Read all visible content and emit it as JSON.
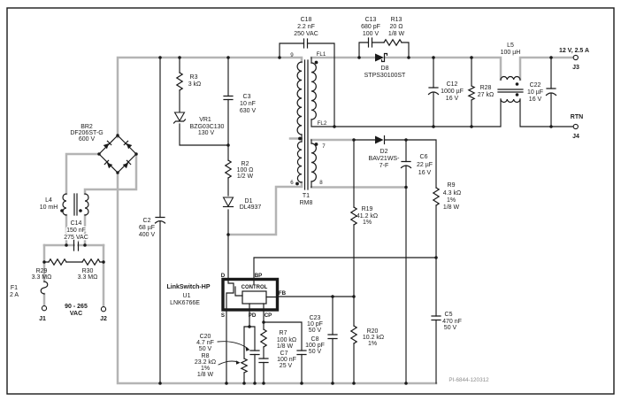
{
  "doc": {
    "number": "PI-6844-120312"
  },
  "colors": {
    "highlight_wire": "#b4b4b4",
    "wire": "#1a1a1a",
    "background": "#ffffff"
  },
  "io": {
    "output": "12 V, 2.5 A",
    "rtn": "RTN",
    "ac1": "90 - 265",
    "ac2": "VAC",
    "j1": "J1",
    "j2": "J2",
    "j3": "J3",
    "j4": "J4"
  },
  "ic": {
    "family": "LinkSwitch-HP",
    "ref": "U1",
    "part": "LNK6766E",
    "control": "CONTROL",
    "pin_d": "D",
    "pin_bp": "BP",
    "pin_fb": "FB",
    "pin_s": "S",
    "pin_pd": "PD",
    "pin_cp": "CP"
  },
  "t1": {
    "ref": "T1",
    "core": "RM8",
    "p9": "9",
    "p6": "6",
    "p7": "7",
    "p8": "8",
    "fl1": "FL1",
    "fl2": "FL2"
  },
  "c": {
    "c18": {
      "l1": "C18",
      "l2": "2.2 nF",
      "l3": "250 VAC"
    },
    "c13": {
      "l1": "C13",
      "l2": "680 pF",
      "l3": "100 V"
    },
    "r13": {
      "l1": "R13",
      "l2": "20 Ω",
      "l3": "1/8 W"
    },
    "d8": {
      "l1": "D8",
      "l2": "STPS30100ST"
    },
    "l5": {
      "l1": "L5",
      "l2": "100 µH"
    },
    "c12": {
      "l1": "C12",
      "l2": "1000 µF",
      "l3": "16 V"
    },
    "r28": {
      "l1": "R28",
      "l2": "27 kΩ"
    },
    "c22": {
      "l1": "C22",
      "l2": "10 µF",
      "l3": "16 V"
    },
    "r3": {
      "l1": "R3",
      "l2": "3 kΩ"
    },
    "c3": {
      "l1": "C3",
      "l2": "10 nF",
      "l3": "630 V"
    },
    "vr1": {
      "l1": "VR1",
      "l2": "BZG03C130",
      "l3": "130 V"
    },
    "br2": {
      "l1": "BR2",
      "l2": "DF206ST-G",
      "l3": "600 V"
    },
    "l4": {
      "l1": "L4",
      "l2": "10 mH"
    },
    "c2": {
      "l1": "C2",
      "l2": "68 µF",
      "l3": "400 V"
    },
    "c14": {
      "l1": "C14",
      "l2": "150 nF",
      "l3": "275 VAC"
    },
    "r29": {
      "l1": "R29",
      "l2": "3.3 MΩ"
    },
    "r30": {
      "l1": "R30",
      "l2": "3.3 MΩ"
    },
    "f1": {
      "l1": "F1",
      "l2": "2 A"
    },
    "r2": {
      "l1": "R2",
      "l2": "100 Ω",
      "l3": "1/2 W"
    },
    "d1": {
      "l1": "D1",
      "l2": "DL4937"
    },
    "d2": {
      "l1": "D2",
      "l2": "BAV21WS-",
      "l3": "7-F"
    },
    "c6": {
      "l1": "C6",
      "l2": "22 µF",
      "l3": "16 V"
    },
    "r9": {
      "l1": "R9",
      "l2": "4.3 kΩ",
      "l3": "1%",
      "l4": "1/8 W"
    },
    "r19": {
      "l1": "R19",
      "l2": "41.2 kΩ",
      "l3": "1%"
    },
    "r20": {
      "l1": "R20",
      "l2": "10.2 kΩ",
      "l3": "1%"
    },
    "c23": {
      "l1": "C23",
      "l2": "10 pF",
      "l3": "50 V"
    },
    "c8": {
      "l1": "C8",
      "l2": "100 pF",
      "l3": "50 V"
    },
    "r7": {
      "l1": "R7",
      "l2": "100 kΩ",
      "l3": "1/8 W"
    },
    "c7": {
      "l1": "C7",
      "l2": "100 nF",
      "l3": "25 V"
    },
    "c20": {
      "l1": "C20",
      "l2": "4.7 nF",
      "l3": "50 V"
    },
    "r8": {
      "l1": "R8",
      "l2": "23.2 kΩ",
      "l3": "1%",
      "l4": "1/8 W"
    },
    "c5": {
      "l1": "C5",
      "l2": "470 nF",
      "l3": "50 V"
    }
  }
}
